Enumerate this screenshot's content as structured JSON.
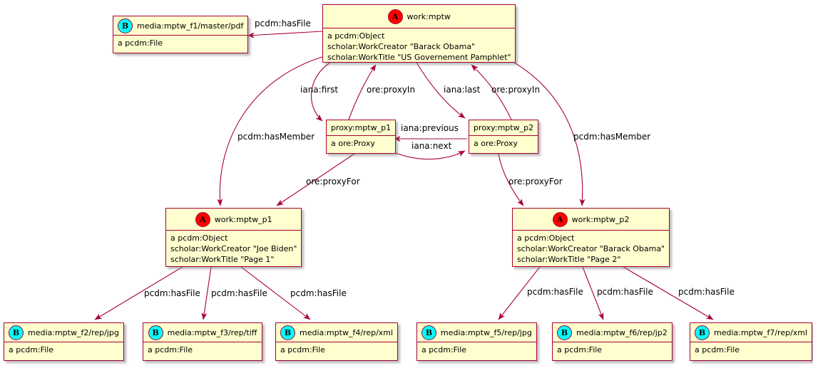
{
  "diagram": {
    "background": "#FFFFFF",
    "node_fill": "#FEFECE",
    "border_color": "#A80036",
    "arrow_color": "#A80036",
    "spot_a_color": "#FF0000",
    "spot_b_color": "#00FFFF"
  },
  "nodes": {
    "work_mptw": {
      "spot": "A",
      "title": "work:mptw",
      "lines": [
        "a pcdm:Object",
        "scholar:WorkCreator \"Barack Obama\"",
        "scholar:WorkTitle \"US Governement Pamphlet\""
      ]
    },
    "media_f1": {
      "spot": "B",
      "title": "media:mptw_f1/master/pdf",
      "lines": [
        "a pcdm:File"
      ]
    },
    "proxy_p1": {
      "title": "proxy:mptw_p1",
      "lines": [
        "a ore:Proxy"
      ]
    },
    "proxy_p2": {
      "title": "proxy:mptw_p2",
      "lines": [
        "a ore:Proxy"
      ]
    },
    "work_p1": {
      "spot": "A",
      "title": "work:mptw_p1",
      "lines": [
        "a pcdm:Object",
        "scholar:WorkCreator \"Joe Biden\"",
        "scholar:WorkTitle \"Page 1\""
      ]
    },
    "work_p2": {
      "spot": "A",
      "title": "work:mptw_p2",
      "lines": [
        "a pcdm:Object",
        "scholar:WorkCreator \"Barack Obama\"",
        "scholar:WorkTitle \"Page 2\""
      ]
    },
    "media_f2": {
      "spot": "B",
      "title": "media:mptw_f2/rep/jpg",
      "lines": [
        "a pcdm:File"
      ]
    },
    "media_f3": {
      "spot": "B",
      "title": "media:mptw_f3/rep/tiff",
      "lines": [
        "a pcdm:File"
      ]
    },
    "media_f4": {
      "spot": "B",
      "title": "media:mptw_f4/rep/xml",
      "lines": [
        "a pcdm:File"
      ]
    },
    "media_f5": {
      "spot": "B",
      "title": "media:mptw_f5/rep/jpg",
      "lines": [
        "a pcdm:File"
      ]
    },
    "media_f6": {
      "spot": "B",
      "title": "media:mptw_f6/rep/jp2",
      "lines": [
        "a pcdm:File"
      ]
    },
    "media_f7": {
      "spot": "B",
      "title": "media:mptw_f7/rep/xml",
      "lines": [
        "a pcdm:File"
      ]
    }
  },
  "edges": {
    "hasfile_f1": {
      "label": "pcdm:hasFile"
    },
    "iana_first": {
      "label": "iana:first"
    },
    "proxyin_p1": {
      "label": "ore:proxyIn"
    },
    "iana_last": {
      "label": "iana:last"
    },
    "proxyin_p2": {
      "label": "ore:proxyIn"
    },
    "hasmember_p1": {
      "label": "pcdm:hasMember"
    },
    "hasmember_p2": {
      "label": "pcdm:hasMember"
    },
    "iana_previous": {
      "label": "iana:previous"
    },
    "iana_next": {
      "label": "iana:next"
    },
    "proxyfor_p1": {
      "label": "ore:proxyFor"
    },
    "proxyfor_p2": {
      "label": "ore:proxyFor"
    },
    "hasfile_f2": {
      "label": "pcdm:hasFile"
    },
    "hasfile_f3": {
      "label": "pcdm:hasFile"
    },
    "hasfile_f4": {
      "label": "pcdm:hasFile"
    },
    "hasfile_f5": {
      "label": "pcdm:hasFile"
    },
    "hasfile_f6": {
      "label": "pcdm:hasFile"
    },
    "hasfile_f7": {
      "label": "pcdm:hasFile"
    }
  }
}
